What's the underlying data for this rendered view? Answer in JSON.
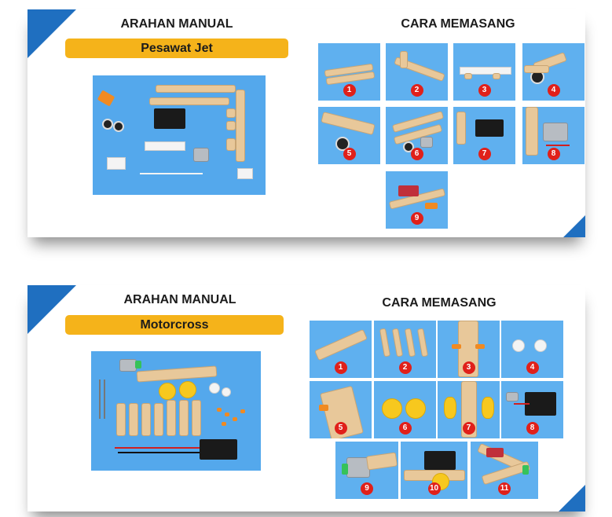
{
  "cards": [
    {
      "manual_heading": "ARAHAN MANUAL",
      "product_name": "Pesawat Jet",
      "steps_heading": "CARA MEMASANG",
      "steps": [
        "1",
        "2",
        "3",
        "4",
        "5",
        "6",
        "7",
        "8",
        "9"
      ]
    },
    {
      "manual_heading": "ARAHAN MANUAL",
      "product_name": "Motorcross",
      "steps_heading": "CARA MEMASANG",
      "steps": [
        "1",
        "2",
        "3",
        "4",
        "5",
        "6",
        "7",
        "8",
        "9",
        "10",
        "11"
      ]
    }
  ],
  "colors": {
    "accent_blue": "#1f6fc0",
    "pill_yellow": "#f5b31a",
    "photo_blue": "#5fb0ef",
    "badge_red": "#e0201a"
  }
}
